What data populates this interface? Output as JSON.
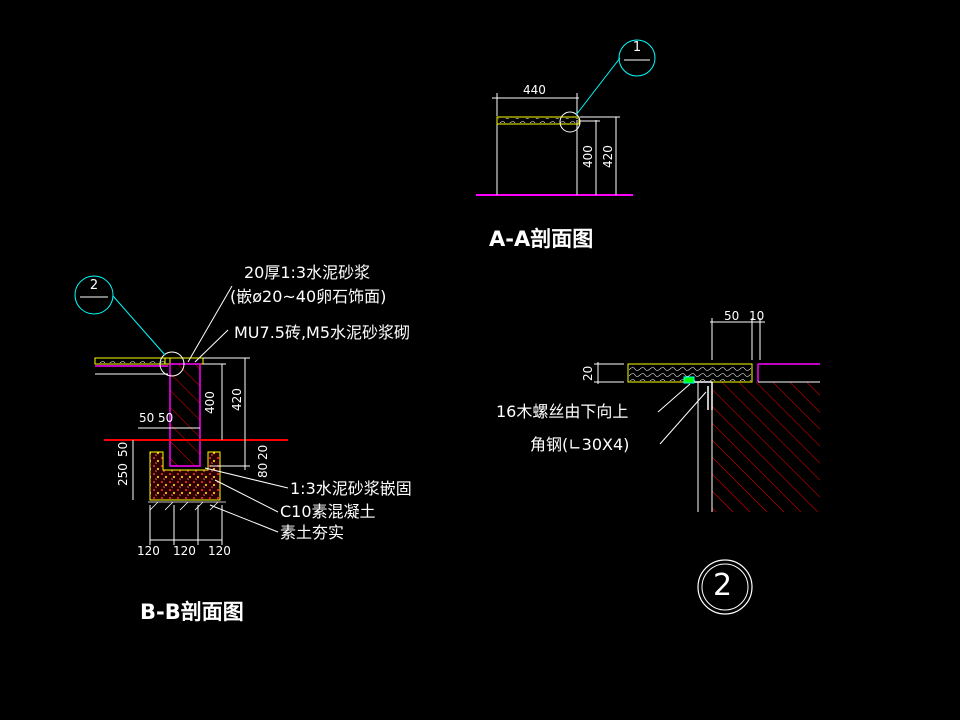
{
  "colors": {
    "background": "#000000",
    "white": "#ffffff",
    "cyan": "#00ffff",
    "magenta": "#ff00ff",
    "red": "#ff0000",
    "yellow": "#ffff00",
    "green": "#00ff00"
  },
  "section_aa": {
    "title": "A-A剖面图",
    "bubble_number": "1",
    "dim_width": "440",
    "dim_height_inner": "400",
    "dim_height_outer": "420"
  },
  "section_bb": {
    "title": "B-B剖面图",
    "bubble_number": "2",
    "note_mortar_1": "20厚1:3水泥砂浆",
    "note_mortar_2": "(嵌ø20~40卵石饰面)",
    "note_brick": "MU7.5砖,M5水泥砂浆砌",
    "note_fill": "1:3水泥砂浆嵌固",
    "note_concrete": "C10素混凝土",
    "note_soil": "素土夯实",
    "dim_400": "400",
    "dim_420": "420",
    "dim_50a": "50",
    "dim_50b": "50",
    "dim_20": "20",
    "dim_80": "80",
    "dim_50v": "50",
    "dim_250": "250",
    "dim_120a": "120",
    "dim_120b": "120",
    "dim_120c": "120"
  },
  "detail_2": {
    "dim_50": "50",
    "dim_10": "10",
    "dim_20": "20",
    "note_screw": "16木螺丝由下向上",
    "note_angle": "角钢(∟30X4)",
    "detail_number": "2"
  }
}
